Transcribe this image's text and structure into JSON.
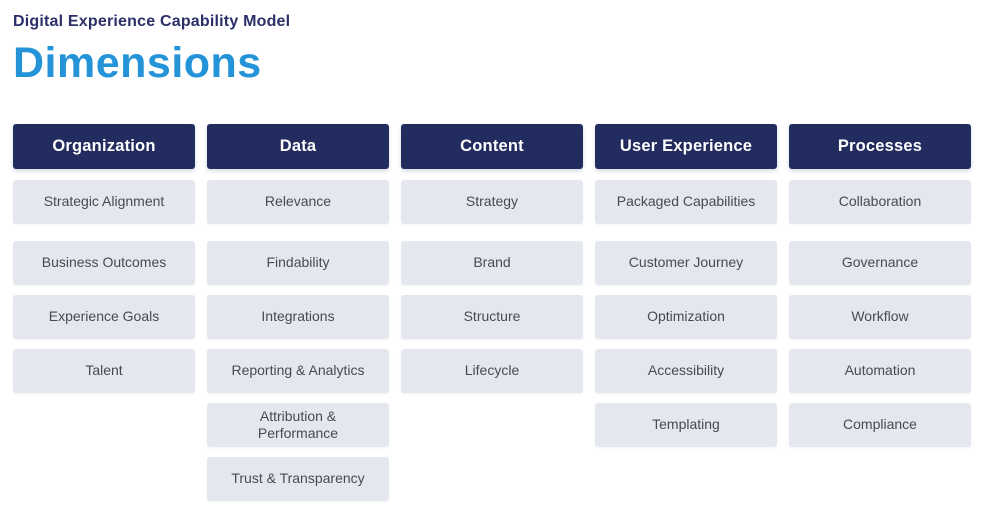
{
  "header": {
    "kicker": "Digital Experience Capability Model",
    "title": "Dimensions"
  },
  "colors": {
    "header_bg": "#232c5f",
    "header_text": "#ffffff",
    "title_blue": "#2493d8",
    "kicker_navy": "#2b3168",
    "cell_bg": "#e4e8ee",
    "cell_text": "#454b55",
    "page_bg": "#ffffff"
  },
  "board": {
    "columns": [
      {
        "title": "Organization",
        "items": [
          "Strategic Alignment",
          "Business Outcomes",
          "Experience Goals",
          "Talent"
        ]
      },
      {
        "title": "Data",
        "items": [
          "Relevance",
          "Findability",
          "Integrations",
          "Reporting & Analytics",
          "Attribution & Performance",
          "Trust & Transparency"
        ]
      },
      {
        "title": "Content",
        "items": [
          "Strategy",
          "Brand",
          "Structure",
          "Lifecycle"
        ]
      },
      {
        "title": "User Experience",
        "items": [
          "Packaged Capabilities",
          "Customer Journey",
          "Optimization",
          "Accessibility",
          "Templating"
        ]
      },
      {
        "title": "Processes",
        "items": [
          "Collaboration",
          "Governance",
          "Workflow",
          "Automation",
          "Compliance"
        ]
      }
    ]
  }
}
